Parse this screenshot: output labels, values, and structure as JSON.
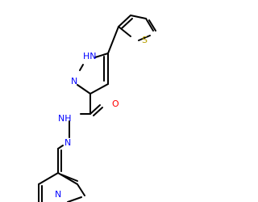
{
  "colors": {
    "bond": "#000000",
    "nitrogen": "#0000ff",
    "oxygen": "#ff0000",
    "sulfur": "#b8a000"
  },
  "atoms": {
    "s": "S",
    "nh_pyrazole": "HN",
    "n_pyrazole": "N",
    "o": "O",
    "nh_hydrazide": "NH",
    "n_imine": "N",
    "n_pyridine": "N"
  }
}
